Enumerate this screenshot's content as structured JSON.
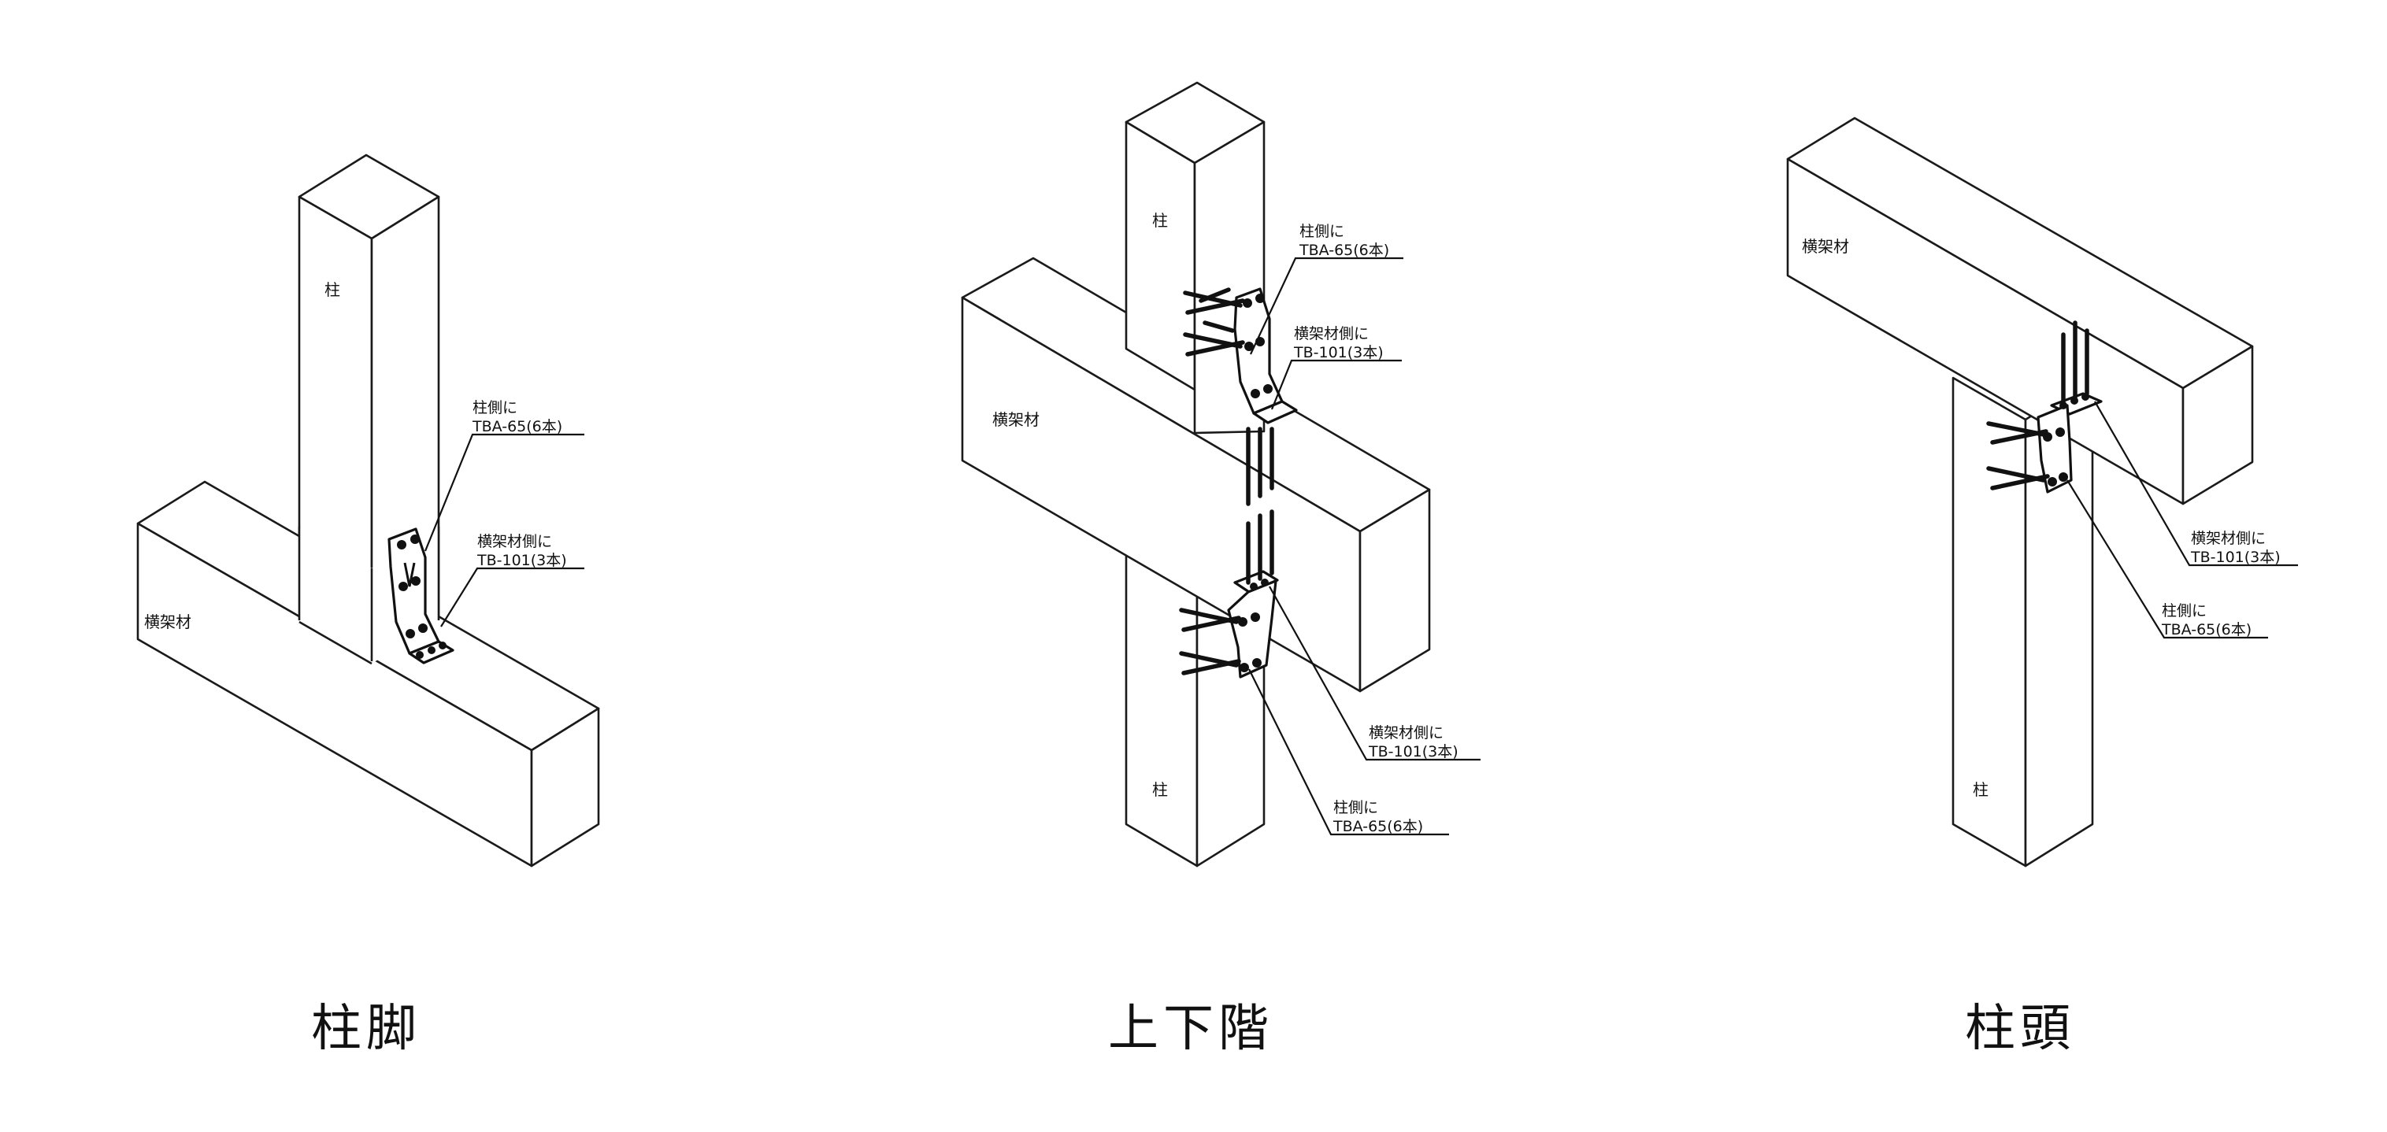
{
  "panels": [
    {
      "title": "柱脚",
      "post_label": "柱",
      "beam_label": "横架材",
      "callout_post": {
        "line1": "柱側に",
        "line2": "TBA-65(6本)"
      },
      "callout_beam": {
        "line1": "横架材側に",
        "line2": "TB-101(3本)"
      }
    },
    {
      "title": "上下階",
      "post_upper_label": "柱",
      "post_lower_label": "柱",
      "beam_label": "横架材",
      "callout_post_upper": {
        "line1": "柱側に",
        "line2": "TBA-65(6本)"
      },
      "callout_beam_upper": {
        "line1": "横架材側に",
        "line2": "TB-101(3本)"
      },
      "callout_beam_lower": {
        "line1": "横架材側に",
        "line2": "TB-101(3本)"
      },
      "callout_post_lower": {
        "line1": "柱側に",
        "line2": "TBA-65(6本)"
      }
    },
    {
      "title": "柱頭",
      "post_label": "柱",
      "beam_label": "横架材",
      "callout_beam": {
        "line1": "横架材側に",
        "line2": "TB-101(3本)"
      },
      "callout_post": {
        "line1": "柱側に",
        "line2": "TBA-65(6本)"
      }
    }
  ]
}
